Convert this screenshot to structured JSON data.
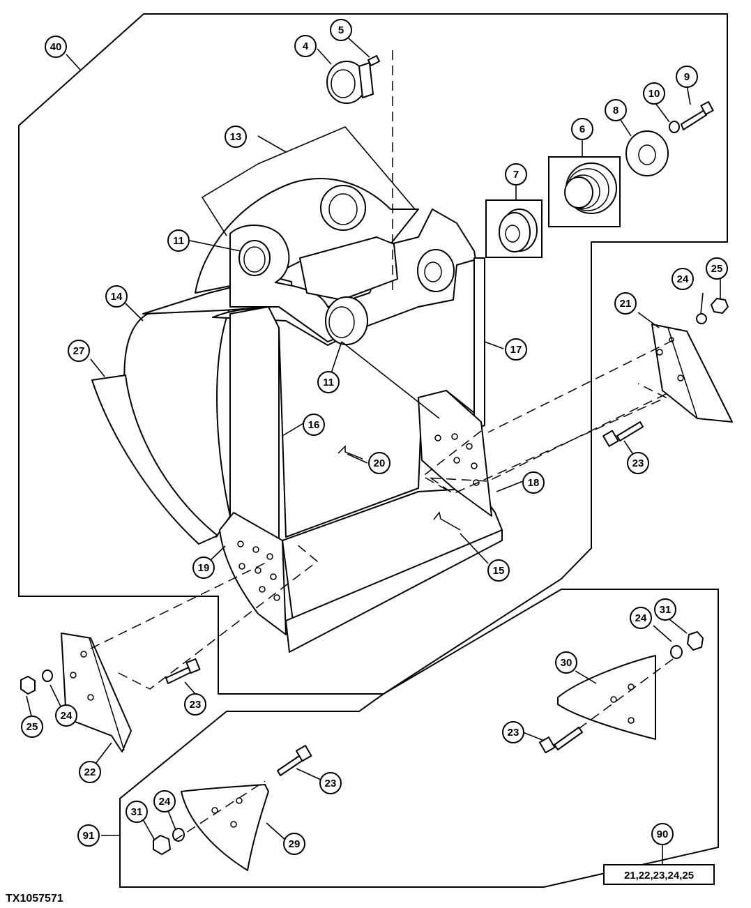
{
  "figure_id": "TX1057571",
  "kit_box_text": "21,22,23,24,25",
  "callouts": [
    {
      "id": "c40",
      "label": "40"
    },
    {
      "id": "c5",
      "label": "5"
    },
    {
      "id": "c4",
      "label": "4"
    },
    {
      "id": "c9",
      "label": "9"
    },
    {
      "id": "c10",
      "label": "10"
    },
    {
      "id": "c8",
      "label": "8"
    },
    {
      "id": "c6",
      "label": "6"
    },
    {
      "id": "c13",
      "label": "13"
    },
    {
      "id": "c7",
      "label": "7"
    },
    {
      "id": "c11a",
      "label": "11"
    },
    {
      "id": "c24a",
      "label": "24"
    },
    {
      "id": "c25a",
      "label": "25"
    },
    {
      "id": "c14",
      "label": "14"
    },
    {
      "id": "c21",
      "label": "21"
    },
    {
      "id": "c27",
      "label": "27"
    },
    {
      "id": "c17",
      "label": "17"
    },
    {
      "id": "c11b",
      "label": "11"
    },
    {
      "id": "c16",
      "label": "16"
    },
    {
      "id": "c20",
      "label": "20"
    },
    {
      "id": "c23a",
      "label": "23"
    },
    {
      "id": "c18",
      "label": "18"
    },
    {
      "id": "c19",
      "label": "19"
    },
    {
      "id": "c15",
      "label": "15"
    },
    {
      "id": "c24b",
      "label": "24"
    },
    {
      "id": "c31a",
      "label": "31"
    },
    {
      "id": "c30",
      "label": "30"
    },
    {
      "id": "c23b",
      "label": "23"
    },
    {
      "id": "c25b",
      "label": "25"
    },
    {
      "id": "c24c",
      "label": "24"
    },
    {
      "id": "c22",
      "label": "22"
    },
    {
      "id": "c23c",
      "label": "23"
    },
    {
      "id": "c23d",
      "label": "23"
    },
    {
      "id": "c31b",
      "label": "31"
    },
    {
      "id": "c24d",
      "label": "24"
    },
    {
      "id": "c29",
      "label": "29"
    },
    {
      "id": "c91",
      "label": "91"
    },
    {
      "id": "c90",
      "label": "90"
    }
  ]
}
